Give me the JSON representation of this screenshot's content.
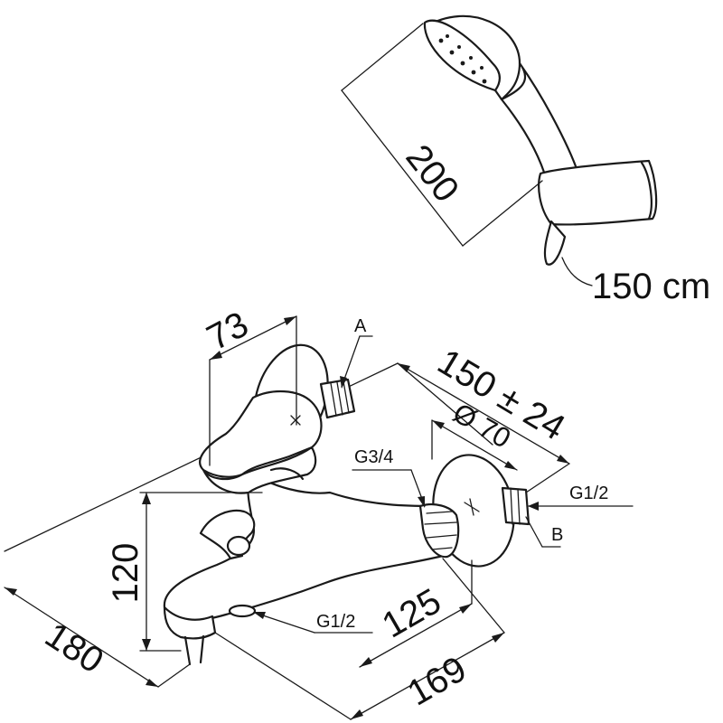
{
  "shower": {
    "head_length": "200",
    "hose_length": "150 cm"
  },
  "mixer": {
    "handle_offset": "73",
    "connection_a": "A",
    "connection_b": "B",
    "centers": "150 ± 24",
    "flange_diameter": "Ø 70",
    "outlet_thread": "G3/4",
    "inlet_thread": "G1/2",
    "spout_thread": "G1/2",
    "height": "120",
    "projection": "125",
    "depth": "180",
    "spout_reach": "169"
  },
  "colors": {
    "line": "#1a1a1a",
    "background": "#ffffff"
  }
}
